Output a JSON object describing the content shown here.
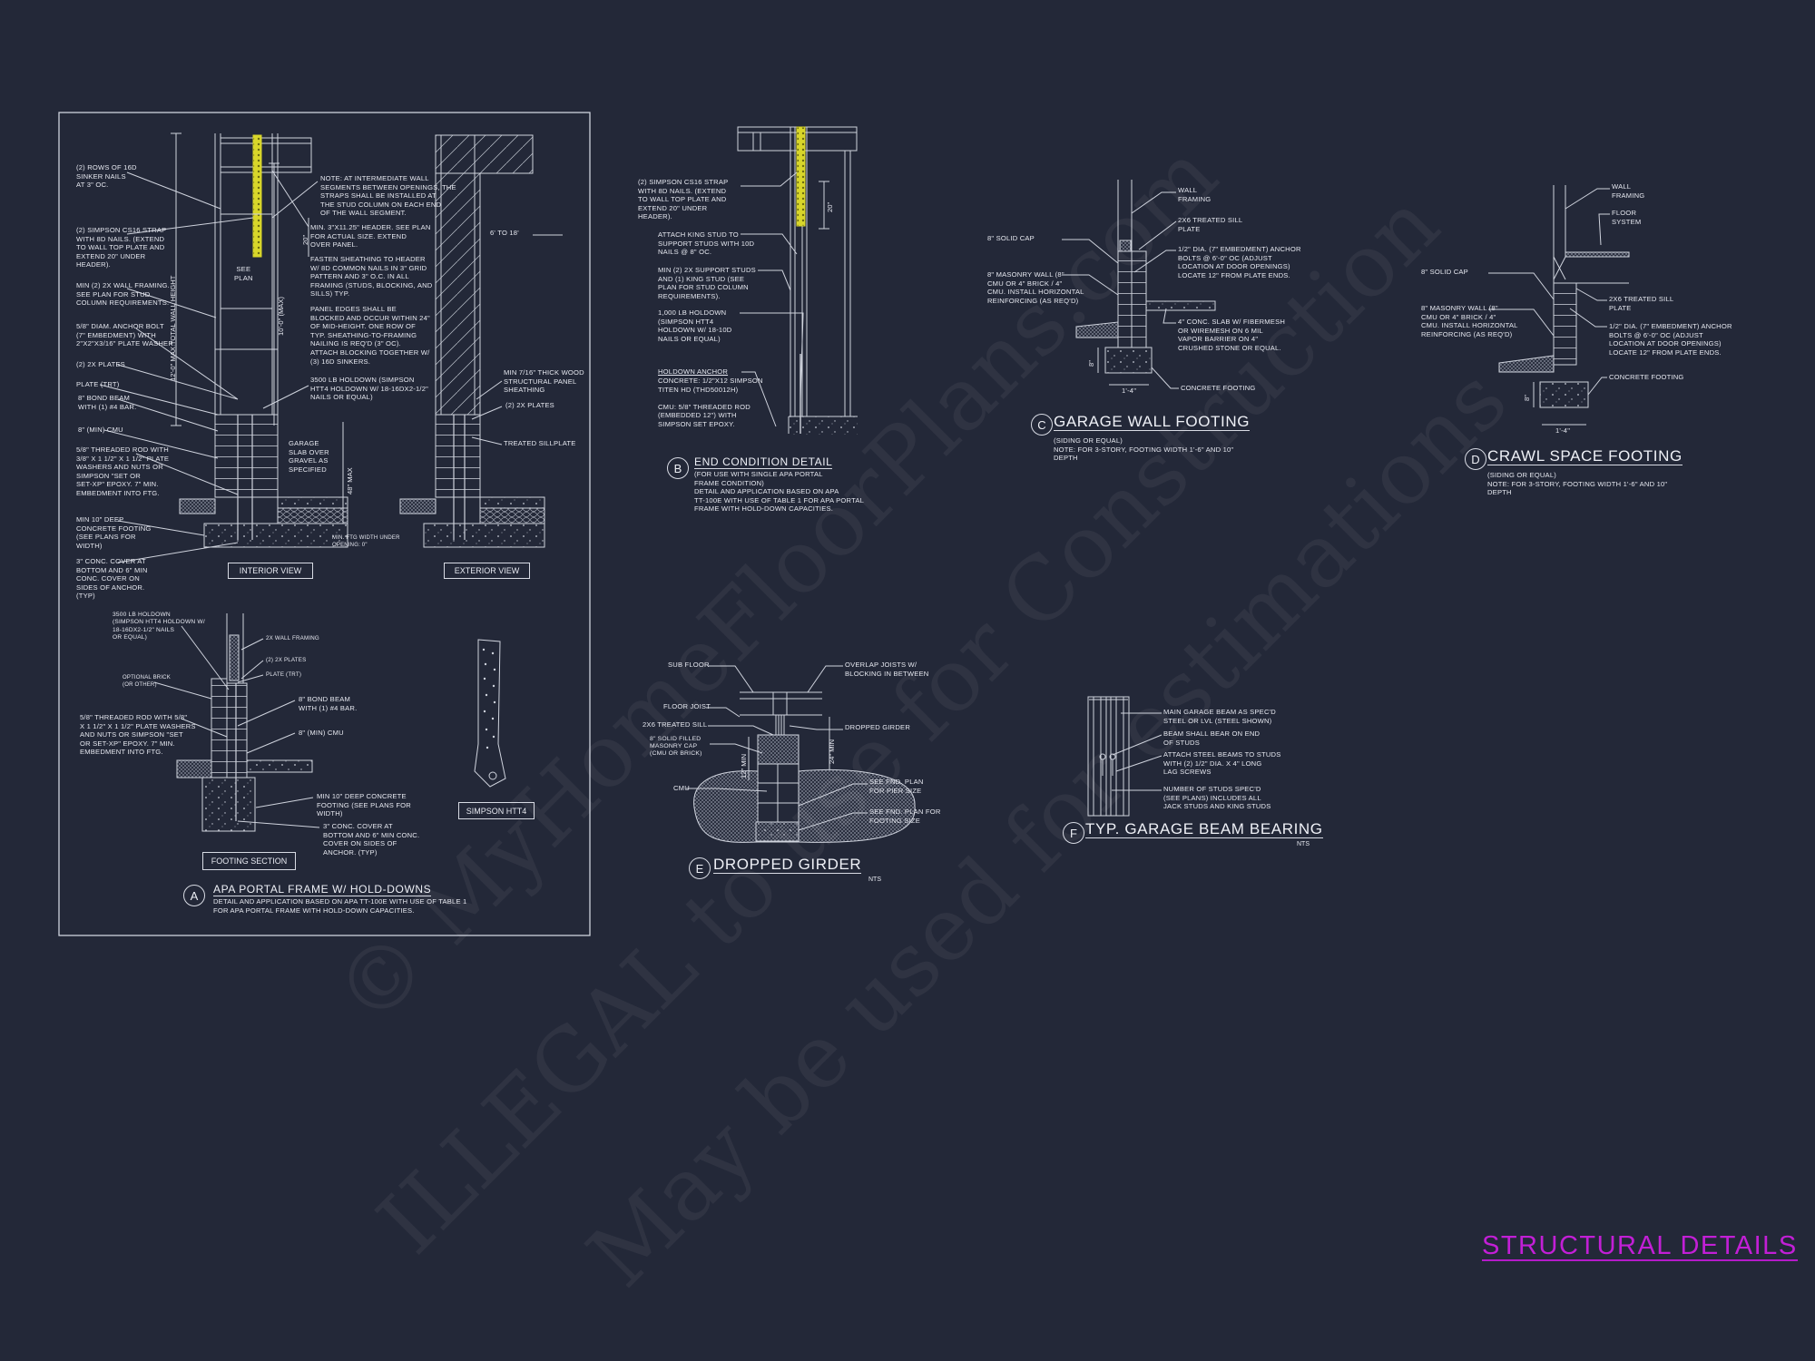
{
  "sheet_title": "STRUCTURAL DETAILS",
  "watermark": {
    "line1": "© MyHomeFloorPlans.com",
    "line2": "ILLEGAL to use for Construction",
    "line3": "May be used for estimations"
  },
  "colors": {
    "background": "#232838",
    "linework": "#d0d4de",
    "strap": "#d8d62a",
    "sheet_title": "#c21fd6"
  },
  "detail_a": {
    "marker": "A",
    "title": "APA PORTAL FRAME W/ HOLD-DOWNS",
    "subtitle": "DETAIL AND APPLICATION BASED ON APA TT-100E WITH USE OF TABLE 1\nFOR APA PORTAL FRAME WITH HOLD-DOWN CAPACITIES.",
    "interior_view": "INTERIOR VIEW",
    "exterior_view": "EXTERIOR VIEW",
    "footing_section": "FOOTING SECTION",
    "simpson_htt4": "SIMPSON HTT4",
    "dims": {
      "total_height": "12'-0\" MAX TOTAL WALL HEIGHT",
      "max_height": "10'-0\" (MAX)",
      "strap_len": "20\"",
      "see_plan": "SEE\nPLAN",
      "max48": "48\" MAX",
      "width_range": "6' TO 18'"
    },
    "labels": {
      "rows_nails": "(2) ROWS OF 16d\nSINKER NAILS\nAT 3\" OC.",
      "cs16_strap": "(2) SIMPSON CS16 STRAP\nWITH 8d NAILS. (EXTEND\nTO WALL TOP PLATE AND\nEXTEND 20\" UNDER\nHEADER).",
      "wall_framing": "MIN (2) 2X WALL FRAMING.\nSEE PLAN FOR STUD\nCOLUMN REQUIREMENTS.",
      "anchor_bolt": "5/8\" DIAM. ANCHOR BOLT\n(7\" EMBEDMENT) WITH\n2\"x2\"x3/16\" PLATE WASHER.",
      "plates": "(2) 2x PLATES",
      "plate_trt": "PLATE (TRT)",
      "bond_beam": "8\" BOND BEAM\nWITH (1) #4 BAR.",
      "cmu": "8\" (MIN) CMU",
      "threaded_rod": "5/8\" THREADED ROD WITH\n3/8\" x 1 1/2\" x 1 1/2\" PLATE\nWASHERS AND NUTS OR\nSIMPSON \"SET OR\nSET-XP\" EPOXY. 7\" MIN.\nEMBEDMENT INTO FTG.",
      "concrete_footing": "MIN 10\" DEEP\nCONCRETE FOOTING\n(SEE PLANS FOR\nWIDTH)",
      "conc_cover": "3\" CONC. COVER AT\nBOTTOM AND 6\" MIN\nCONC. COVER ON\nSIDES OF ANCHOR.\n(TYP)",
      "note_intermediate": "NOTE: AT INTERMEDIATE WALL\nSEGMENTS BETWEEN OPENINGS, THE\nSTRAPS SHALL BE INSTALLED AT\nTHE STUD COLUMN ON EACH END\nOF THE WALL SEGMENT.",
      "header": "MIN. 3\"x11.25\" HEADER. SEE PLAN\nFOR ACTUAL SIZE. EXTEND\nOVER PANEL.",
      "fasten_sheathing": "FASTEN SHEATHING TO HEADER\nW/ 8d COMMON NAILS IN 3\" GRID\nPATTERN AND 3\" O.C. IN ALL\nFRAMING (STUDS, BLOCKING, AND\nSILLS) TYP.",
      "panel_edges": "PANEL EDGES SHALL BE\nBLOCKED AND OCCUR WITHIN 24\"\nOF MID-HEIGHT. ONE ROW OF\nTYP. SHEATHING-TO-FRAMING\nNAILING IS REQ'D (3\" OC).\nATTACH BLOCKING TOGETHER W/\n(3) 16d SINKERS.",
      "holdown_3500": "3500 LB HOLDOWN (SIMPSON\nHTT4 HOLDOWN W/ 18-16dx2-1/2\"\nNAILS OR EQUAL)",
      "garage_slab": "GARAGE\nSLAB OVER\nGRAVEL AS\nSPECIFIED",
      "min_ftg_width": "MIN. FTG WIDTH UNDER\nOPENING: 0\"",
      "sheathing": "MIN 7/16\" THICK WOOD\nSTRUCTURAL PANEL\nSHEATHING",
      "ext_plates": "(2) 2x PLATES",
      "treated_sillplate": "TREATED SILLPLATE"
    },
    "footing_labels": {
      "holdown": "3500 LB HOLDOWN\n(SIMPSON HTT4 HOLDOWN W/\n18-16dx2-1/2\" NAILS\nOR EQUAL)",
      "wall_framing": "2X WALL FRAMING",
      "plates": "(2) 2x PLATES",
      "plate_trt": "PLATE (TRT)",
      "optional_brick": "OPTIONAL BRICK\n(OR OTHER)",
      "bond_beam": "8\" BOND BEAM\nWITH (1) #4 BAR.",
      "threaded_rod": "5/8\" THREADED ROD WITH 5/8\"\nx 1 1/2\" x 1 1/2\" PLATE WASHERS\nAND NUTS OR SIMPSON \"SET\nOR SET-XP\" EPOXY. 7\" MIN.\nEMBEDMENT INTO FTG.",
      "cmu": "8\" (MIN) CMU",
      "concrete_footing": "MIN 10\" DEEP CONCRETE\nFOOTING (SEE PLANS FOR\nWIDTH)",
      "conc_cover": "3\" CONC. COVER AT\nBOTTOM AND 6\" MIN CONC.\nCOVER ON SIDES OF\nANCHOR. (TYP)"
    }
  },
  "detail_b": {
    "marker": "B",
    "title": "END CONDITION DETAIL",
    "subtitle": "(FOR USE WITH SINGLE APA PORTAL\nFRAME CONDITION)\nDETAIL AND APPLICATION BASED ON APA\nTT-100E WITH USE OF TABLE 1 FOR APA PORTAL\nFRAME WITH HOLD-DOWN CAPACITIES.",
    "dim": "20\"",
    "labels": {
      "cs16_strap": "(2) SIMPSON CS16 STRAP\nWITH 8d NAILS. (EXTEND\nTO WALL TOP PLATE AND\nEXTEND 20\" UNDER\nHEADER).",
      "king_stud": "ATTACH KING STUD TO\nSUPPORT STUDS WITH 10d\nNAILS @ 8\" OC.",
      "support_studs": "MIN (2) 2X SUPPORT STUDS\nAND (1) KING STUD (SEE\nPLAN FOR STUD COLUMN\nREQUIREMENTS).",
      "holdown_1000": "1,000 LB HOLDOWN\n(SIMPSON HTT4\nHOLDOWN W/ 18-10d\nNAILS OR EQUAL)",
      "holdown_anchor_heading": "HOLDOWN ANCHOR",
      "holdown_anchor": "CONCRETE: 1/2\"x12 SIMPSON\nTITEN HD (THD50012H)\n\nCMU: 5/8\" THREADED ROD\n(EMBEDDED 12\") WITH\nSIMPSON SET EPOXY."
    }
  },
  "detail_c": {
    "marker": "C",
    "title": "GARAGE WALL FOOTING",
    "subtitle": "(SIDING OR EQUAL)\nNOTE: FOR 3-STORY, FOOTING WIDTH 1'-6\" AND 10\"\nDEPTH",
    "dim_depth": "8\"",
    "dim_width": "1'-4\"",
    "labels": {
      "wall_framing": "WALL\nFRAMING",
      "sill_plate": "2x6 TREATED SILL\nPLATE",
      "solid_cap": "8\" SOLID CAP",
      "anchor_bolts": "1/2\" DIA. (7\" EMBEDMENT) ANCHOR\nBOLTS @ 6'-0\" OC (ADJUST\nLOCATION AT DOOR OPENINGS)\nLOCATE 12\" FROM PLATE ENDS.",
      "masonry_wall": "8\" MASONRY WALL (8\"\nCMU OR 4\" BRICK / 4\"\nCMU. INSTALL HORIZONTAL\nREINFORCING (AS REQ'D)",
      "slab": "4\" CONC. SLAB w/ FIBERMESH\nOR WIREMESH ON 6 MIL\nVAPOR BARRIER ON 4\"\nCRUSHED STONE OR EQUAL.",
      "concrete_footing": "CONCRETE FOOTING"
    }
  },
  "detail_d": {
    "marker": "D",
    "title": "CRAWL SPACE FOOTING",
    "subtitle": "(SIDING OR EQUAL)\nNOTE: FOR 3-STORY, FOOTING WIDTH 1'-6\" AND 10\"\nDEPTH",
    "dim_depth": "8\"",
    "dim_width": "1'-4\"",
    "labels": {
      "wall_framing": "WALL\nFRAMING",
      "floor_system": "FLOOR\nSYSTEM",
      "solid_cap": "8\" SOLID CAP",
      "sill_plate": "2x6 TREATED SILL\nPLATE",
      "masonry_wall": "8\" MASONRY WALL (8\"\nCMU OR 4\" BRICK / 4\"\nCMU. INSTALL HORIZONTAL\nREINFORCING (AS REQ'D)",
      "anchor_bolts": "1/2\" DIA. (7\" EMBEDMENT) ANCHOR\nBOLTS @ 6'-0\" OC (ADJUST\nLOCATION AT DOOR OPENINGS)\nLOCATE 12\" FROM PLATE ENDS.",
      "concrete_footing": "CONCRETE FOOTING"
    }
  },
  "detail_e": {
    "marker": "E",
    "title": "DROPPED GIRDER",
    "nts": "NTS",
    "dim_24": "24\" MIN",
    "dim_12": "12\" MIN",
    "labels": {
      "sub_floor": "SUB FLOOR",
      "floor_joist": "FLOOR JOIST",
      "treated_sill": "2x6 TREATED SILL",
      "masonry_cap": "8\" SOLID FILLED\nMASONRY CAP\n(CMU OR BRICK)",
      "cmu": "CMU",
      "overlap_joists": "OVERLAP JOISTS W/\nBLOCKING IN BETWEEN",
      "dropped_girder": "DROPPED GIRDER",
      "pier_size": "SEE FND. PLAN\nFOR PIER SIZE",
      "footing_size": "SEE FND. PLAN FOR\nFOOTING SIZE"
    }
  },
  "detail_f": {
    "marker": "F",
    "title": "TYP. GARAGE BEAM BEARING",
    "nts": "NTS",
    "labels": {
      "main_beam": "MAIN GARAGE BEAM AS SPEC'D\nSTEEL OR LVL (STEEL SHOWN)",
      "bear_on_studs": "BEAM SHALL BEAR ON END\nOF STUDS",
      "lag_screws": "ATTACH STEEL BEAMS TO STUDS\nWITH (2) 1/2\" DIA. x 4\" LONG\nLAG SCREWS",
      "number_of_studs": "NUMBER OF STUDS SPEC'D\n(SEE PLANS) INCLUDES ALL\nJACK STUDS AND KING STUDS"
    }
  }
}
